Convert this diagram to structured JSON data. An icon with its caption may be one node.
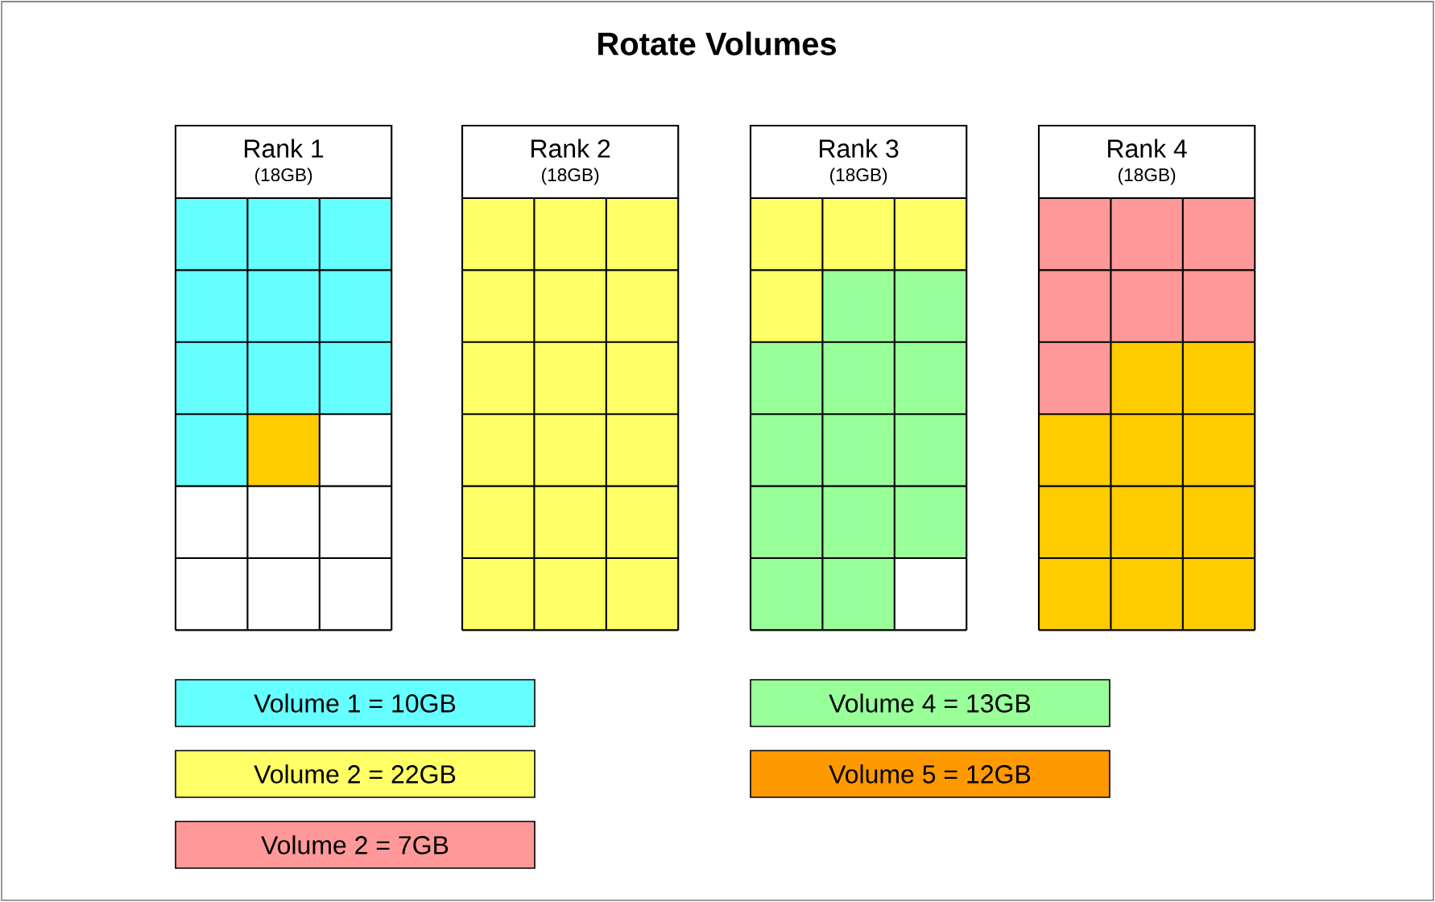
{
  "diagram": {
    "title": "Rotate Volumes",
    "nodes": [
      {
        "text": [
          "Rank 1",
          "(18GB)"
        ]
      },
      {
        "text": [
          "Rank 2",
          "(18GB)"
        ]
      },
      {
        "text": [
          "Rank 3",
          "(18GB)"
        ]
      },
      {
        "text": [
          "Rank 4",
          "(18GB)"
        ]
      }
    ],
    "legend": [
      {
        "text": "Volume 1 = 10GB",
        "color": "#66ffff"
      },
      {
        "text": "Volume 4 = 13GB",
        "color": "#99ff99"
      },
      {
        "text": "Volume 2 = 22GB",
        "color": "#ffff66"
      },
      {
        "text": "Volume 5 = 12GB",
        "color": "#ff9900"
      },
      {
        "text": "Volume 2 = 7GB",
        "color": "#ff9999"
      }
    ]
  }
}
